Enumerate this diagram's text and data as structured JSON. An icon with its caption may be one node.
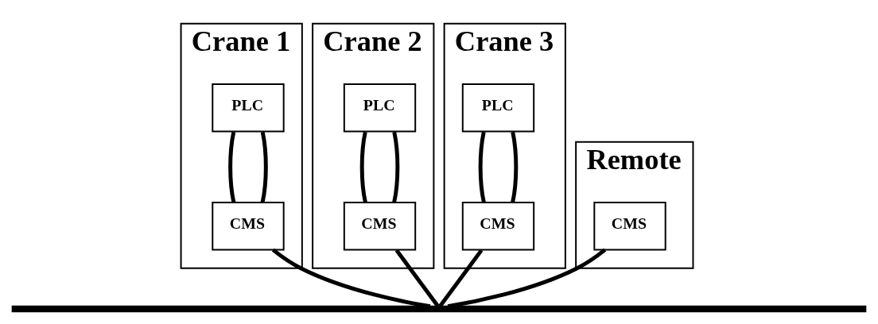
{
  "diagram": {
    "nodes": [
      {
        "text": [
          "Crane 1"
        ]
      },
      {
        "text": [
          "PLC"
        ],
        "in": 0
      },
      {
        "text": [
          "CMS"
        ],
        "in": 0
      },
      {
        "text": [
          "Crane 2"
        ]
      },
      {
        "text": [
          "PLC"
        ],
        "in": 3
      },
      {
        "text": [
          "CMS"
        ],
        "in": 3
      },
      {
        "text": [
          "Crane 3"
        ]
      },
      {
        "text": [
          "PLC"
        ],
        "in": 6
      },
      {
        "text": [
          "CMS"
        ],
        "in": 6
      },
      {
        "text": [
          "Remote"
        ]
      },
      {
        "text": [
          "CMS"
        ],
        "in": 9
      },
      {
        "text": [],
        "shape": "bar"
      }
    ],
    "edges": [
      {
        "from": 1,
        "to": 2,
        "arrow": "none"
      },
      {
        "from": 1,
        "to": 2,
        "arrow": "none"
      },
      {
        "from": 4,
        "to": 5,
        "arrow": "none"
      },
      {
        "from": 4,
        "to": 5,
        "arrow": "none"
      },
      {
        "from": 7,
        "to": 8,
        "arrow": "none"
      },
      {
        "from": 7,
        "to": 8,
        "arrow": "none"
      },
      {
        "from": 2,
        "to": 11,
        "arrow": "none"
      },
      {
        "from": 5,
        "to": 11,
        "arrow": "none"
      },
      {
        "from": 8,
        "to": 11,
        "arrow": "none"
      },
      {
        "from": 10,
        "to": 11,
        "arrow": "none"
      }
    ]
  }
}
